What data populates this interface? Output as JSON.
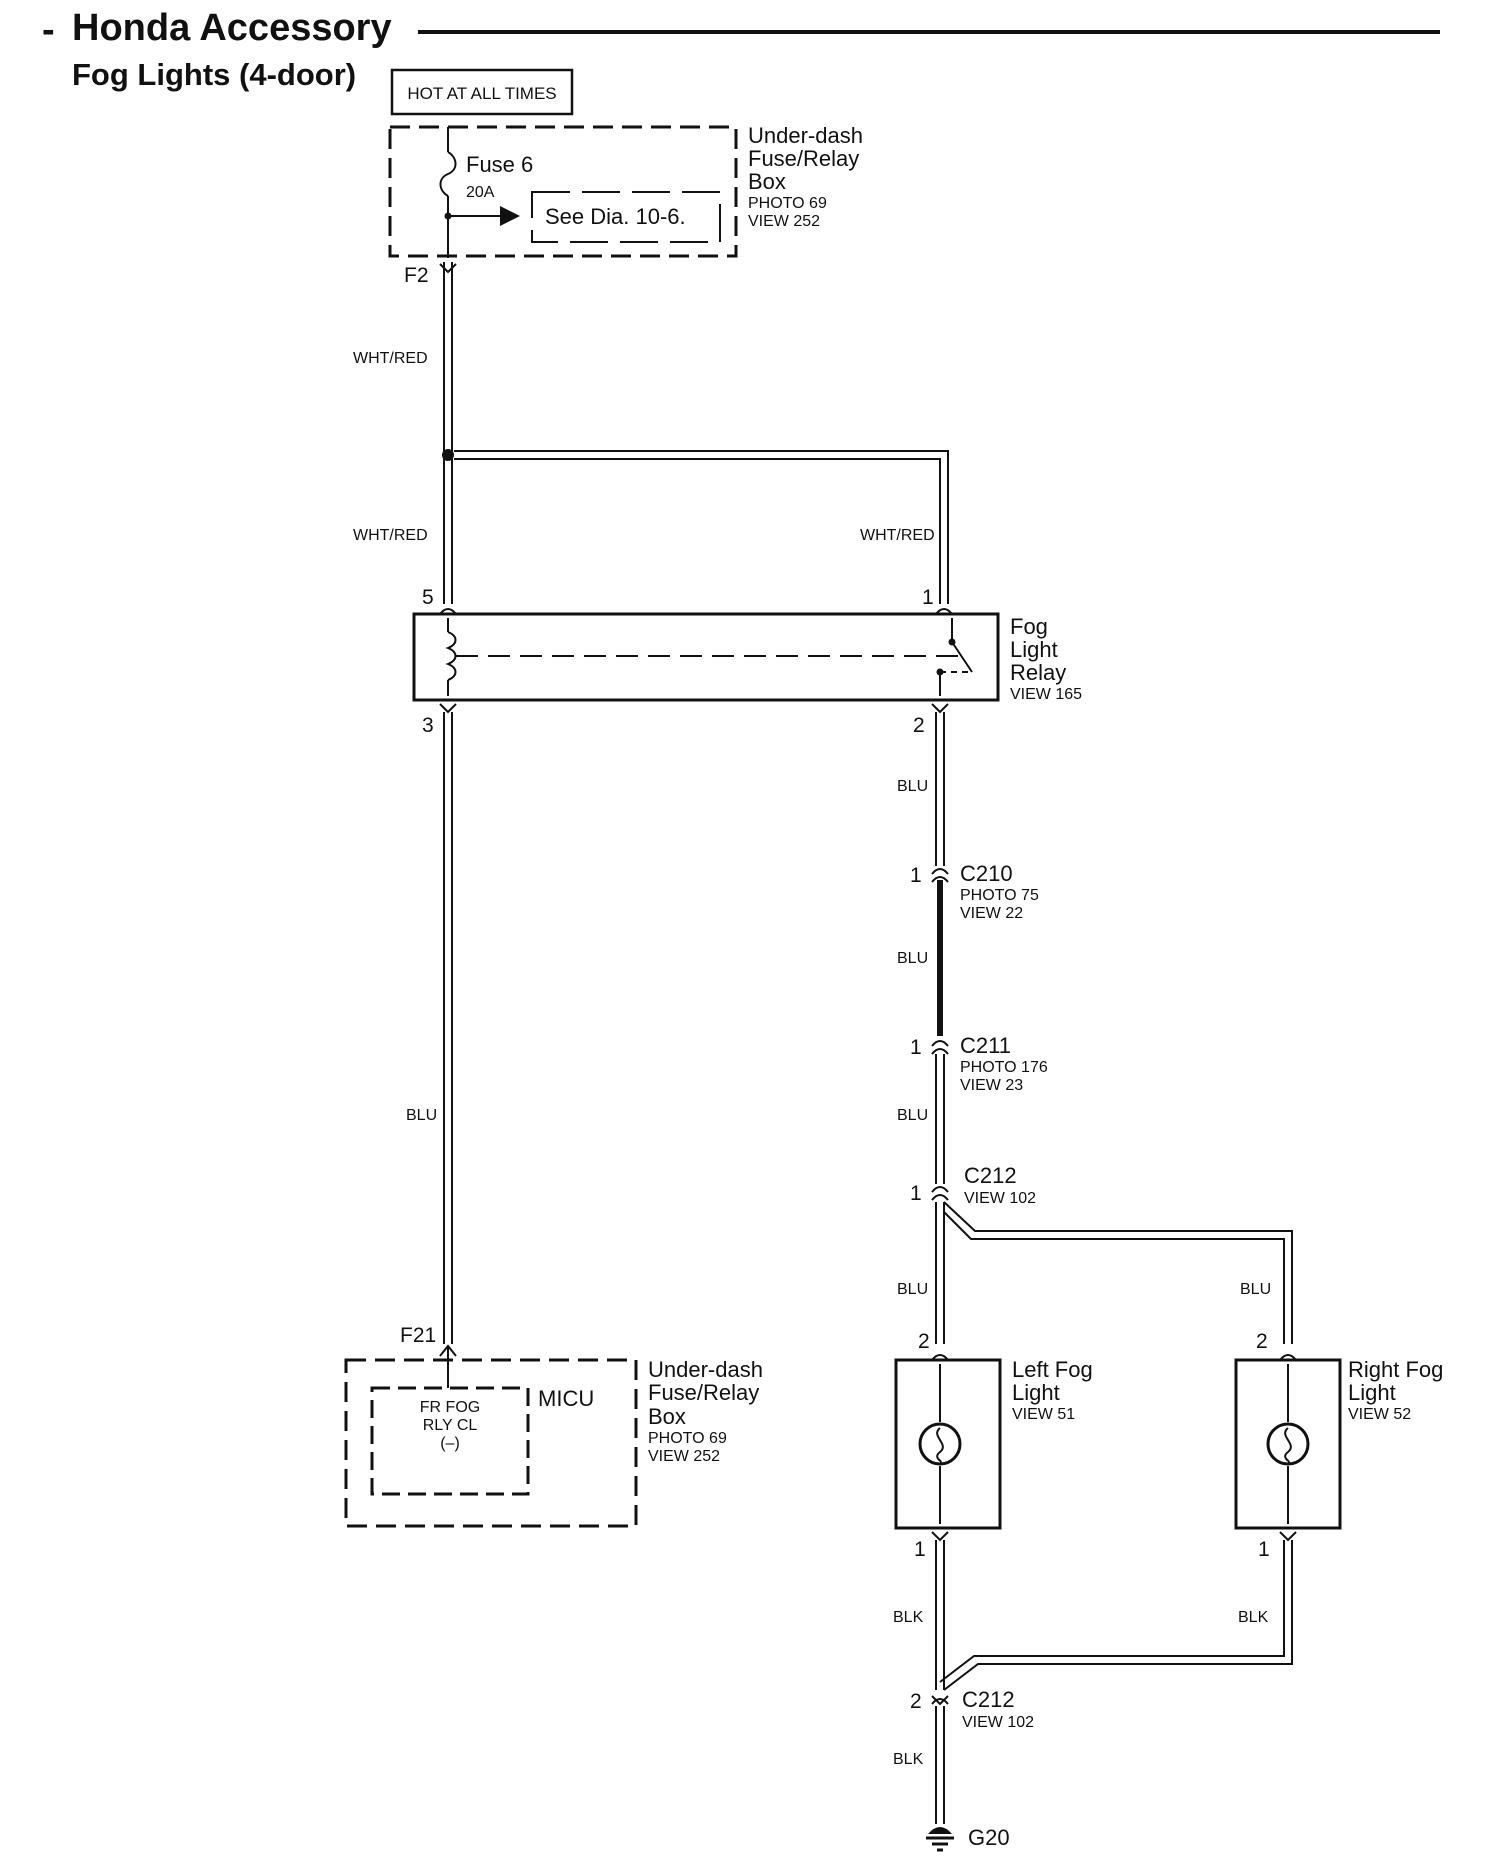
{
  "header": {
    "dash": "-",
    "title": "Honda Accessory",
    "subtitle": "Fog Lights (4-door)"
  },
  "hot_label": "HOT AT ALL TIMES",
  "fuse_box": {
    "fuse_name": "Fuse 6",
    "fuse_rating": "20A",
    "see_ref": "See Dia. 10-6.",
    "name_lines": [
      "Under-dash",
      "Fuse/Relay",
      "Box"
    ],
    "photo": "PHOTO 69",
    "view": "VIEW 252",
    "terminal": "F2"
  },
  "wires": {
    "w1": "WHT/RED",
    "w2": "WHT/RED",
    "w3": "WHT/RED",
    "w4": "BLU",
    "w5": "BLU",
    "w6": "BLU",
    "w7": "BLU",
    "w8": "BLU",
    "w9": "BLU",
    "w10": "BLK",
    "w11": "BLK",
    "w12": "BLK"
  },
  "relay": {
    "name_lines": [
      "Fog",
      "Light",
      "Relay"
    ],
    "view": "VIEW 165",
    "pins": {
      "p5": "5",
      "p1": "1",
      "p3": "3",
      "p2": "2"
    }
  },
  "connectors": {
    "c210": {
      "name": "C210",
      "photo": "PHOTO 75",
      "view": "VIEW 22",
      "pin": "1"
    },
    "c211": {
      "name": "C211",
      "photo": "PHOTO 176",
      "view": "VIEW 23",
      "pin": "1"
    },
    "c212a": {
      "name": "C212",
      "view": "VIEW 102",
      "pin": "1"
    },
    "c212b": {
      "name": "C212",
      "view": "VIEW 102",
      "pin": "2"
    }
  },
  "micu": {
    "terminal": "F21",
    "name": "MICU",
    "inner_lines": [
      "FR FOG",
      "RLY CL",
      "(–)"
    ],
    "box_lines": [
      "Under-dash",
      "Fuse/Relay",
      "Box"
    ],
    "photo": "PHOTO 69",
    "view": "VIEW 252"
  },
  "left_fog": {
    "name_lines": [
      "Left Fog",
      "Light"
    ],
    "view": "VIEW 51",
    "pin_top": "2",
    "pin_bottom": "1"
  },
  "right_fog": {
    "name_lines": [
      "Right Fog",
      "Light"
    ],
    "view": "VIEW 52",
    "pin_top": "2",
    "pin_bottom": "1"
  },
  "ground": {
    "name": "G20"
  },
  "colors": {
    "line": "#111111",
    "background": "#ffffff"
  }
}
